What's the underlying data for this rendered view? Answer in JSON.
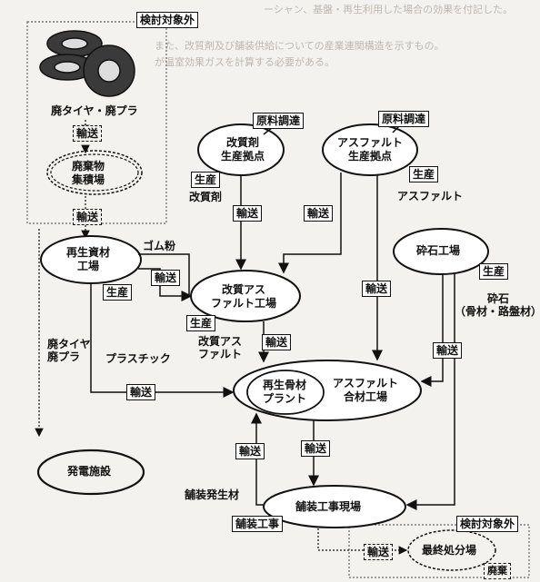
{
  "background_text": [
    "ーシャン、基盤・再生利用した場合の効果を付記した。",
    "また、改質剤及び舗装供給についての産業連関構造を示すもの。",
    "が温室効果ガスを計算する必要がある。"
  ],
  "labels": {
    "excluded_top": "検討対象外",
    "excluded_bottom": "検討対象外",
    "waste_tire_plastic": "廃タイヤ・廃プラ",
    "waste_yard": "廃棄物\n集積場",
    "recycled_material_plant": "再生資材\n工場",
    "power_plant": "発電施設",
    "modifier_base": "改質剤\n生産拠点",
    "asphalt_base": "アスファルト\n生産拠点",
    "modified_asphalt_plant": "改質アス\nファルト工場",
    "crushed_stone_plant": "砕石工場",
    "recycled_aggregate_plant": "再生骨材\nプラント",
    "asphalt_mix_plant": "アスファルト\n合材工場",
    "pavement_site": "舗装工事現場",
    "final_disposal": "最終処分場",
    "raw_material_1": "原料調達",
    "raw_material_2": "原料調達",
    "transport": "輸送",
    "production": "生産",
    "paving_work": "舗装工事",
    "disposal": "廃棄",
    "modifier": "改質剤",
    "asphalt": "アスファルト",
    "rubber_powder": "ゴム粉",
    "waste_tire_plastic_2": "廃タイヤ\n廃プラ",
    "plastic": "プラスチック",
    "modified_asphalt": "改質アス\nファルト",
    "crushed_stone": "砕石\n（骨材・路盤材）",
    "pavement_waste": "舗装発生材"
  },
  "icons": [
    "tire-stack-icon"
  ]
}
